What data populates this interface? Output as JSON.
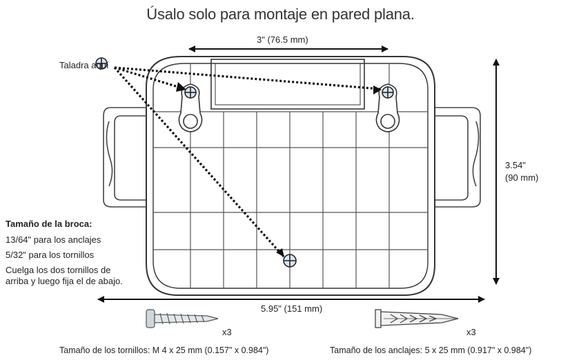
{
  "title": "Úsalo solo para montaje en pared plana.",
  "drill_here": "Taladra aquí",
  "dimensions": {
    "width_top": "3\" (76.5 mm)",
    "height_line1": "3.54\"",
    "height_line2": "(90 mm)",
    "width_bottom": "5.95\" (151 mm)"
  },
  "drill_size": {
    "heading": "Tamaño de la broca:",
    "lines": [
      "13/64\" para los anclajes",
      "5/32\" para los tornillos",
      "Cuelga los dos tornillos de",
      "arriba y luego fija el de abajo."
    ]
  },
  "hardware": {
    "screw_qty": "x3",
    "anchor_qty": "x3",
    "screw_size": "Tamaño de los tornillos: M 4 x 25 mm (0.157\" x 0.984\")",
    "anchor_size": "Tamaño de los anclajes: 5 x 25 mm (0.917\" x 0.984\")"
  },
  "icons": [
    "crosshair-icon",
    "screw-icon",
    "wall-anchor-icon"
  ]
}
